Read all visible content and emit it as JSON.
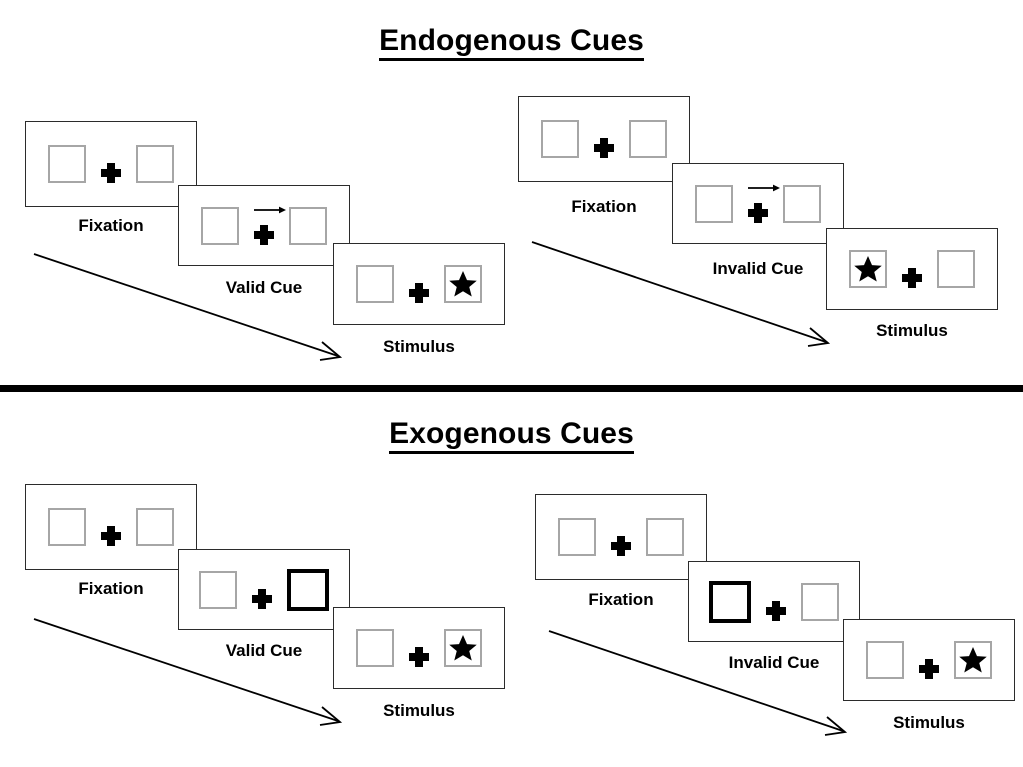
{
  "sections": [
    {
      "id": "endogenous",
      "title": "Endogenous Cues",
      "sequences": [
        {
          "id": "endogenous-valid",
          "frames": [
            {
              "label": "Fixation",
              "cue": "none",
              "stimulus": "none"
            },
            {
              "label": "Valid Cue",
              "cue": "arrow-right",
              "stimulus": "none"
            },
            {
              "label": "Stimulus",
              "cue": "none",
              "stimulus": "right"
            }
          ]
        },
        {
          "id": "endogenous-invalid",
          "frames": [
            {
              "label": "Fixation",
              "cue": "none",
              "stimulus": "none"
            },
            {
              "label": "Invalid Cue",
              "cue": "arrow-right",
              "stimulus": "none"
            },
            {
              "label": "Stimulus",
              "cue": "none",
              "stimulus": "left"
            }
          ]
        }
      ]
    },
    {
      "id": "exogenous",
      "title": "Exogenous Cues",
      "sequences": [
        {
          "id": "exogenous-valid",
          "frames": [
            {
              "label": "Fixation",
              "cue": "none",
              "stimulus": "none"
            },
            {
              "label": "Valid Cue",
              "cue": "box-right",
              "stimulus": "none"
            },
            {
              "label": "Stimulus",
              "cue": "none",
              "stimulus": "right"
            }
          ]
        },
        {
          "id": "exogenous-invalid",
          "frames": [
            {
              "label": "Fixation",
              "cue": "none",
              "stimulus": "none"
            },
            {
              "label": "Invalid Cue",
              "cue": "box-left",
              "stimulus": "none"
            },
            {
              "label": "Stimulus",
              "cue": "none",
              "stimulus": "right"
            }
          ]
        }
      ]
    }
  ],
  "icons": {
    "fixation_cross": "plus-icon",
    "arrow_cue": "arrow-right-icon",
    "star_stimulus": "star-icon",
    "timeline": "timeline-arrow-icon"
  },
  "colors": {
    "background": "#ffffff",
    "ink": "#000000",
    "panel_border": "#2b2b2b",
    "box_border": "#a6a6a6",
    "cue_border": "#000000"
  }
}
